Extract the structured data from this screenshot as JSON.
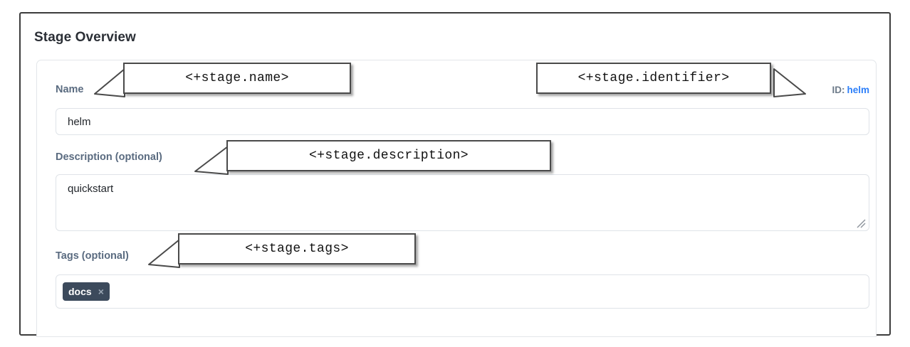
{
  "page": {
    "title": "Stage Overview"
  },
  "identifier": {
    "key": "ID:",
    "value": "helm",
    "value_color": "#2d7ff9"
  },
  "fields": {
    "name": {
      "label": "Name",
      "value": "helm",
      "placeholder": ""
    },
    "description": {
      "label": "Description (optional)",
      "value": "quickstart",
      "placeholder": ""
    },
    "tags": {
      "label": "Tags (optional)",
      "chips": [
        {
          "label": "docs",
          "remove_icon": "×"
        }
      ],
      "placeholder": ""
    }
  },
  "annotations": [
    {
      "name": "stage-name",
      "text": "<+stage.name>"
    },
    {
      "name": "stage-identifier",
      "text": "<+stage.identifier>"
    },
    {
      "name": "stage-description",
      "text": "<+stage.description>"
    },
    {
      "name": "stage-tags",
      "text": "<+stage.tags>"
    }
  ],
  "colors": {
    "label": "#5a6b80",
    "title": "#2b2f36",
    "chip_bg": "#3c4a5c",
    "link": "#2d7ff9",
    "frame": "#3c3c3c"
  }
}
